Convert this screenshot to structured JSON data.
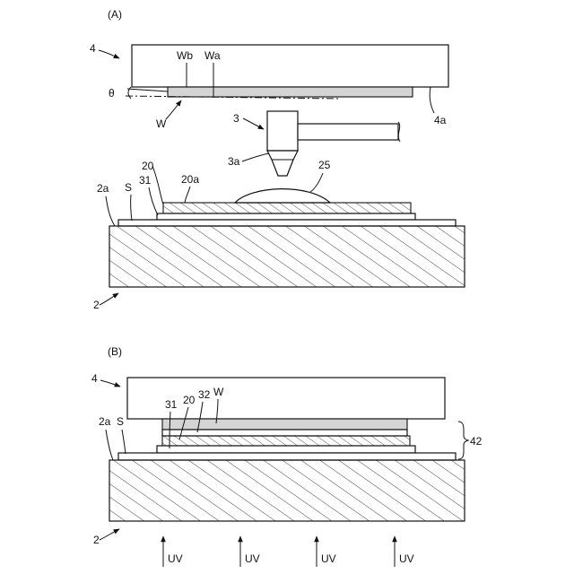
{
  "panel_a": {
    "title": "(A)",
    "labels": {
      "stage_holder": "4",
      "wafer_back": "Wb",
      "wafer_front": "Wa",
      "angle": "θ",
      "wafer": "W",
      "holder_face": "4a",
      "dispenser": "3",
      "nozzle": "3a",
      "resin": "25",
      "film": "20",
      "film_face": "20a",
      "adhesive": "31",
      "table_face": "2a",
      "substrate": "S",
      "table": "2"
    }
  },
  "panel_b": {
    "title": "(B)",
    "labels": {
      "stage_holder": "4",
      "adhesive": "31",
      "film": "20",
      "layer": "32",
      "wafer": "W",
      "table_face": "2a",
      "substrate": "S",
      "stack": "42",
      "table": "2"
    },
    "uv_label": "UV"
  }
}
